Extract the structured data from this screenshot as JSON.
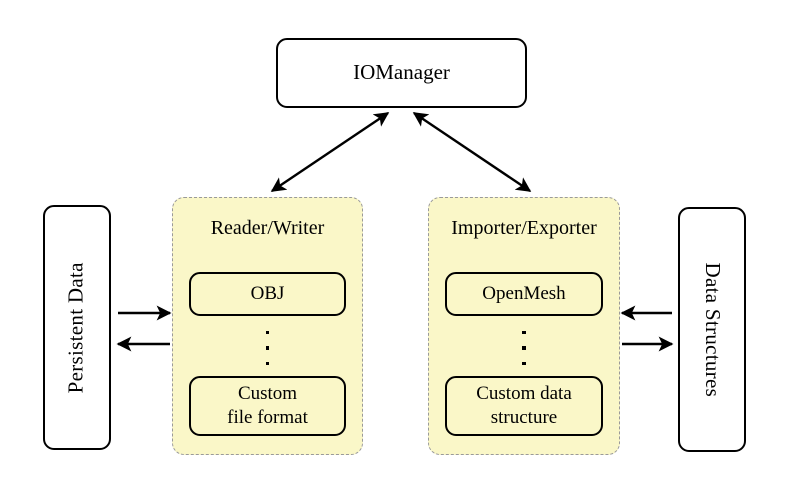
{
  "diagram": {
    "title_node": {
      "label": "IOManager"
    },
    "left_store": {
      "label": "Persistent Data"
    },
    "right_store": {
      "label": "Data Structures"
    },
    "panels": [
      {
        "id": "reader-writer",
        "title": "Reader/Writer",
        "top_item": "OBJ",
        "ellipsis": "⋮",
        "bottom_item_line1": "Custom",
        "bottom_item_line2": "file format"
      },
      {
        "id": "importer-exporter",
        "title": "Importer/Exporter",
        "top_item": "OpenMesh",
        "ellipsis": "⋮",
        "bottom_item_line1": "Custom data",
        "bottom_item_line2": "structure"
      }
    ],
    "connections": [
      {
        "name": "iomanager-readerwriter",
        "kind": "bidirectional-diagonal"
      },
      {
        "name": "iomanager-importerexporter",
        "kind": "bidirectional-diagonal"
      },
      {
        "name": "persistentdata-to-readerwriter",
        "kind": "arrow-right"
      },
      {
        "name": "readerwriter-to-persistentdata",
        "kind": "arrow-left"
      },
      {
        "name": "datastructures-to-importerexporter",
        "kind": "arrow-left"
      },
      {
        "name": "importerexporter-to-datastructures",
        "kind": "arrow-right"
      }
    ],
    "colors": {
      "panel_fill": "#FAF7C8",
      "panel_border": "#9A9A9A",
      "node_border": "#000000",
      "node_fill_white": "#FFFFFF",
      "arrow": "#000000"
    }
  }
}
